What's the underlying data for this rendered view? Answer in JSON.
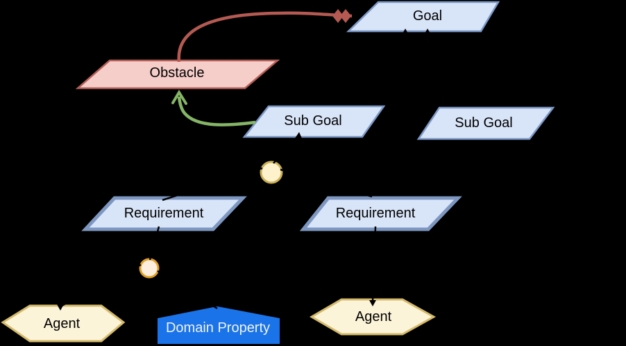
{
  "palette": {
    "background": "#000000",
    "text-color": "#000000",
    "node-blue-fill": "#d8e4f7",
    "node-blue-stroke": "#7b97c4",
    "req-stroke": "#7e97c0",
    "obstacle-fill": "#f5cdc9",
    "obstacle-stroke": "#b25e56",
    "agent-fill": "#fcf4d9",
    "agent-stroke": "#d4ba6a",
    "domain-fill": "#1a73e8",
    "domain-text": "#f1f3f4",
    "and-fill": "#fdf2cb",
    "and-stroke": "#c9af55",
    "or-fill": "#fdeedd",
    "or-stroke": "#e09f26",
    "obstruction-color": "#b45a52",
    "resolution-color": "#85b566"
  },
  "nodes": [
    {
      "id": "goal",
      "type": "parallelogram",
      "label": "Goal"
    },
    {
      "id": "obstacle",
      "type": "parallelogram",
      "label": "Obstacle"
    },
    {
      "id": "sub-goal-1",
      "type": "parallelogram",
      "label": "Sub Goal"
    },
    {
      "id": "sub-goal-2",
      "type": "parallelogram",
      "label": "Sub Goal"
    },
    {
      "id": "requirement-1",
      "type": "parallelogram-bold",
      "label": "Requirement"
    },
    {
      "id": "requirement-2",
      "type": "parallelogram-bold",
      "label": "Requirement"
    },
    {
      "id": "agent-1",
      "type": "hexagon",
      "label": "Agent"
    },
    {
      "id": "domain-property",
      "type": "pentagon",
      "label": "Domain Property"
    },
    {
      "id": "agent-2",
      "type": "hexagon",
      "label": "Agent"
    },
    {
      "id": "and-node",
      "type": "circle",
      "label": ""
    },
    {
      "id": "or-node",
      "type": "circle",
      "label": ""
    }
  ],
  "edges": [
    {
      "type": "obstruction",
      "from": "obstacle",
      "to": "goal",
      "color": "#b45a52",
      "marker": "double-diamond"
    },
    {
      "type": "resolution",
      "from": "sub-goal-1",
      "to": "obstacle",
      "color": "#85b566",
      "marker": "open-arrow"
    },
    {
      "type": "refinement",
      "from": "sub-goal-1",
      "to": "goal",
      "color": "#000000",
      "marker": "arrow"
    },
    {
      "type": "refinement",
      "from": "sub-goal-2",
      "to": "goal",
      "color": "#000000",
      "marker": "arrow"
    },
    {
      "type": "refinement",
      "from": "and-node",
      "to": "sub-goal-1",
      "color": "#000000",
      "marker": "arrow"
    },
    {
      "type": "refinement",
      "from": "requirement-1",
      "to": "and-node",
      "color": "#000000",
      "marker": "none"
    },
    {
      "type": "refinement",
      "from": "requirement-2",
      "to": "and-node",
      "color": "#000000",
      "marker": "none"
    },
    {
      "type": "refinement",
      "from": "or-node",
      "to": "requirement-1",
      "color": "#000000",
      "marker": "none"
    },
    {
      "type": "assignment",
      "from": "agent-1",
      "to": "or-node",
      "color": "#000000",
      "marker": "arrow"
    },
    {
      "type": "assignment",
      "from": "domain-property",
      "to": "or-node",
      "color": "#000000",
      "marker": "none"
    },
    {
      "type": "assignment",
      "from": "agent-2",
      "to": "requirement-2",
      "color": "#000000",
      "marker": "arrow"
    }
  ]
}
